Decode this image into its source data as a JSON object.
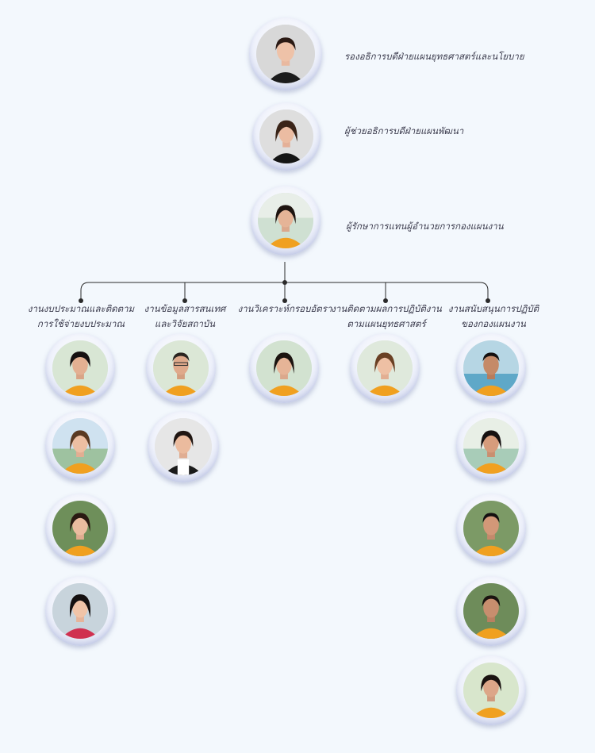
{
  "leaders": [
    {
      "title": "รองอธิการบดีฝ่ายแผนยุทธศาสตร์และนโยบาย",
      "attire": "black"
    },
    {
      "title": "ผู้ช่วยอธิการบดีฝ่ายแผนพัฒนา",
      "attire": "black"
    },
    {
      "title": "ผู้รักษาการแทนผู้อำนวยการกองแผนงาน",
      "attire": "orange"
    }
  ],
  "departments": [
    {
      "lines": [
        "งานงบประมาณและติดตาม",
        "การใช้จ่ายงบประมาณ"
      ],
      "staff": 4
    },
    {
      "lines": [
        "งานข้อมูลสารสนเทศ",
        "และวิจัยสถาบัน"
      ],
      "staff": 2
    },
    {
      "lines": [
        "งานวิเคราะห์กรอบอัตรา"
      ],
      "staff": 1
    },
    {
      "lines": [
        "งานติดตามผลการปฏิบัติงาน",
        "ตามแผนยุทธศาสตร์"
      ],
      "staff": 1
    },
    {
      "lines": [
        "งานสนับสนุนการปฏิบัติ",
        "ของกองแผนงาน"
      ],
      "staff": 5
    }
  ],
  "colors": {
    "line": "#2a2a2a",
    "uniform": "#f0a020",
    "frame": "#d6dcf0"
  }
}
